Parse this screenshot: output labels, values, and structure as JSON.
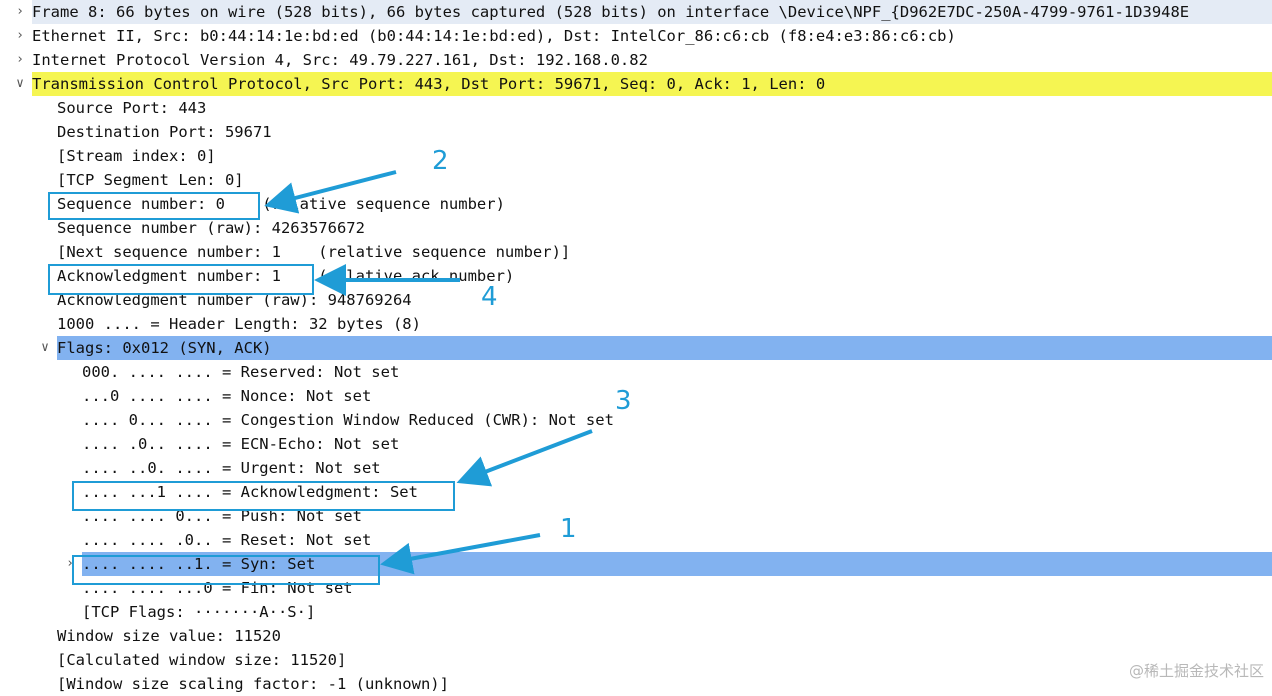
{
  "tree": [
    {
      "text": "Frame 8: 66 bytes on wire (528 bits), 66 bytes captured (528 bits) on interface \\Device\\NPF_{D962E7DC-250A-4799-9761-1D3948E",
      "indent": 0,
      "toggle": ">",
      "hl": "gray",
      "name": "frame-row"
    },
    {
      "text": "Ethernet II, Src: b0:44:14:1e:bd:ed (b0:44:14:1e:bd:ed), Dst: IntelCor_86:c6:cb (f8:e4:e3:86:c6:cb)",
      "indent": 0,
      "toggle": ">",
      "name": "ethernet-row"
    },
    {
      "text": "Internet Protocol Version 4, Src: 49.79.227.161, Dst: 192.168.0.82",
      "indent": 0,
      "toggle": ">",
      "name": "ip-row"
    },
    {
      "text": "Transmission Control Protocol, Src Port: 443, Dst Port: 59671, Seq: 0, Ack: 1, Len: 0",
      "indent": 0,
      "toggle": "v",
      "hl": "yellow",
      "name": "tcp-row"
    },
    {
      "text": "Source Port: 443",
      "indent": 1,
      "name": "source-port-row"
    },
    {
      "text": "Destination Port: 59671",
      "indent": 1,
      "name": "destination-port-row"
    },
    {
      "text": "[Stream index: 0]",
      "indent": 1,
      "name": "stream-index-row"
    },
    {
      "text": "[TCP Segment Len: 0]",
      "indent": 1,
      "name": "segment-len-row"
    },
    {
      "text": "Sequence number: 0    (relative sequence number)",
      "indent": 1,
      "name": "sequence-number-row"
    },
    {
      "text": "Sequence number (raw): 4263576672",
      "indent": 1,
      "name": "sequence-raw-row"
    },
    {
      "text": "[Next sequence number: 1    (relative sequence number)]",
      "indent": 1,
      "name": "next-sequence-row"
    },
    {
      "text": "Acknowledgment number: 1    (relative ack number)",
      "indent": 1,
      "name": "ack-number-row"
    },
    {
      "text": "Acknowledgment number (raw): 948769264",
      "indent": 1,
      "name": "ack-raw-row"
    },
    {
      "text": "1000 .... = Header Length: 32 bytes (8)",
      "indent": 1,
      "name": "header-length-row"
    },
    {
      "text": "Flags: 0x012 (SYN, ACK)",
      "indent": 1,
      "toggle": "v",
      "hl": "blue",
      "name": "flags-row"
    },
    {
      "text": "000. .... .... = Reserved: Not set",
      "indent": 2,
      "name": "flag-reserved-row"
    },
    {
      "text": "...0 .... .... = Nonce: Not set",
      "indent": 2,
      "name": "flag-nonce-row"
    },
    {
      "text": ".... 0... .... = Congestion Window Reduced (CWR): Not set",
      "indent": 2,
      "name": "flag-cwr-row"
    },
    {
      "text": ".... .0.. .... = ECN-Echo: Not set",
      "indent": 2,
      "name": "flag-ecn-row"
    },
    {
      "text": ".... ..0. .... = Urgent: Not set",
      "indent": 2,
      "name": "flag-urgent-row"
    },
    {
      "text": ".... ...1 .... = Acknowledgment: Set",
      "indent": 2,
      "name": "flag-ack-row"
    },
    {
      "text": ".... .... 0... = Push: Not set",
      "indent": 2,
      "name": "flag-push-row"
    },
    {
      "text": ".... .... .0.. = Reset: Not set",
      "indent": 2,
      "name": "flag-reset-row"
    },
    {
      "text": ".... .... ..1. = Syn: Set",
      "indent": 2,
      "toggle": ">",
      "hl": "blue",
      "name": "flag-syn-row"
    },
    {
      "text": ".... .... ...0 = Fin: Not set",
      "indent": 2,
      "name": "flag-fin-row"
    },
    {
      "text": "[TCP Flags: ·······A··S·]",
      "indent": 2,
      "name": "tcp-flags-summary-row"
    },
    {
      "text": "Window size value: 11520",
      "indent": 1,
      "name": "window-size-row"
    },
    {
      "text": "[Calculated window size: 11520]",
      "indent": 1,
      "name": "calculated-window-row"
    },
    {
      "text": "[Window size scaling factor: -1 (unknown)]",
      "indent": 1,
      "name": "scaling-factor-row"
    }
  ],
  "annotations": {
    "color": "#1f9cd6",
    "labels": [
      "2",
      "4",
      "3",
      "1"
    ]
  },
  "watermark": "@稀土掘金技术社区"
}
